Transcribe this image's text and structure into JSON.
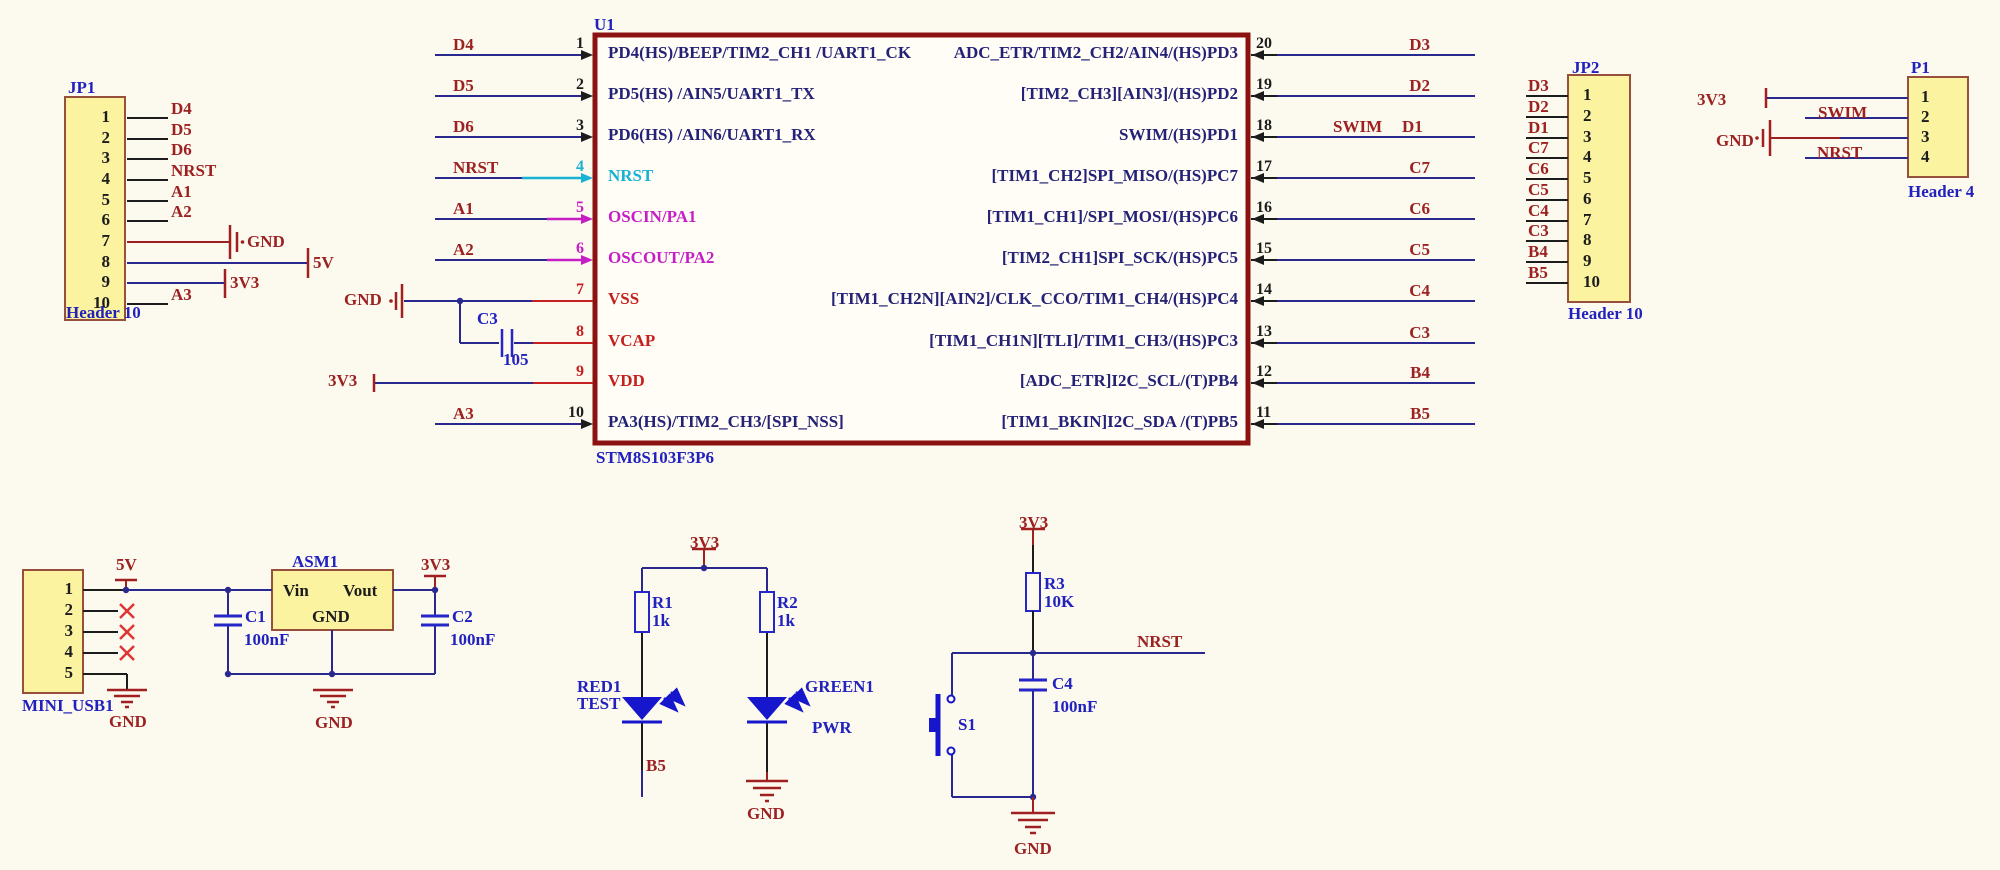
{
  "colors": {
    "background": "#fcf9ef",
    "wire_blue": "#28288e",
    "wire_black": "#1c1c1c",
    "net_label": "#9c2121",
    "designator_blue": "#2121bd",
    "pin_name_navy": "#232277",
    "chip_border": "#8c1212",
    "header_fill": "#fbf3a0",
    "header_border": "#96503c",
    "power_symbol_red": "#a02020",
    "nrst_cyan": "#18b2d2",
    "osc_magenta": "#c41ec4",
    "power_pin_red": "#c42020",
    "led_blue": "#1616cc",
    "no_connect_red": "#e03434"
  },
  "u1": {
    "ref": "U1",
    "part": "STM8S103F3P6",
    "vss_gnd_label": "GND",
    "vdd_net": "3V3",
    "left_pins": [
      {
        "num": "1",
        "net": "D4",
        "name": "PD4(HS)/BEEP/TIM2_CH1 /UART1_CK"
      },
      {
        "num": "2",
        "net": "D5",
        "name": "PD5(HS) /AIN5/UART1_TX"
      },
      {
        "num": "3",
        "net": "D6",
        "name": "PD6(HS) /AIN6/UART1_RX"
      },
      {
        "num": "4",
        "net": "NRST",
        "name": "NRST"
      },
      {
        "num": "5",
        "net": "A1",
        "name": "OSCIN/PA1"
      },
      {
        "num": "6",
        "net": "A2",
        "name": "OSCOUT/PA2"
      },
      {
        "num": "7",
        "net": "GND",
        "name": "VSS"
      },
      {
        "num": "8",
        "net": "",
        "name": "VCAP"
      },
      {
        "num": "9",
        "net": "3V3",
        "name": "VDD"
      },
      {
        "num": "10",
        "net": "A3",
        "name": "PA3(HS)/TIM2_CH3/[SPI_NSS]"
      }
    ],
    "right_pins": [
      {
        "num": "20",
        "net": "D3",
        "name": "ADC_ETR/TIM2_CH2/AIN4/(HS)PD3"
      },
      {
        "num": "19",
        "net": "D2",
        "name": "[TIM2_CH3][AIN3]/(HS)PD2"
      },
      {
        "num": "18",
        "net": "D1",
        "net2": "SWIM",
        "name": "SWIM/(HS)PD1"
      },
      {
        "num": "17",
        "net": "C7",
        "name": "[TIM1_CH2]SPI_MISO/(HS)PC7"
      },
      {
        "num": "16",
        "net": "C6",
        "name": "[TIM1_CH1]/SPI_MOSI/(HS)PC6"
      },
      {
        "num": "15",
        "net": "C5",
        "name": "[TIM2_CH1]SPI_SCK/(HS)PC5"
      },
      {
        "num": "14",
        "net": "C4",
        "name": "[TIM1_CH2N][AIN2]/CLK_CCO/TIM1_CH4/(HS)PC4"
      },
      {
        "num": "13",
        "net": "C3",
        "name": "[TIM1_CH1N][TLI]/TIM1_CH3/(HS)PC3"
      },
      {
        "num": "12",
        "net": "B4",
        "name": "[ADC_ETR]I2C_SCL/(T)PB4"
      },
      {
        "num": "11",
        "net": "B5",
        "name": "[TIM1_BKIN]I2C_SDA /(T)PB5"
      }
    ]
  },
  "jp1": {
    "ref": "JP1",
    "type": "Header 10",
    "pins": [
      {
        "num": "1",
        "net": "D4"
      },
      {
        "num": "2",
        "net": "D5"
      },
      {
        "num": "3",
        "net": "D6"
      },
      {
        "num": "4",
        "net": "NRST"
      },
      {
        "num": "5",
        "net": "A1"
      },
      {
        "num": "6",
        "net": "A2"
      },
      {
        "num": "7",
        "net": "GND"
      },
      {
        "num": "8",
        "net": "5V"
      },
      {
        "num": "9",
        "net": "3V3"
      },
      {
        "num": "10",
        "net": "A3"
      }
    ]
  },
  "jp2": {
    "ref": "JP2",
    "type": "Header 10",
    "pins": [
      {
        "num": "1",
        "net": "D3"
      },
      {
        "num": "2",
        "net": "D2"
      },
      {
        "num": "3",
        "net": "D1"
      },
      {
        "num": "4",
        "net": "C7"
      },
      {
        "num": "5",
        "net": "C6"
      },
      {
        "num": "6",
        "net": "C5"
      },
      {
        "num": "7",
        "net": "C4"
      },
      {
        "num": "8",
        "net": "C3"
      },
      {
        "num": "9",
        "net": "B4"
      },
      {
        "num": "10",
        "net": "B5"
      }
    ]
  },
  "p1": {
    "ref": "P1",
    "type": "Header 4",
    "pins": [
      {
        "num": "1",
        "net": "3V3"
      },
      {
        "num": "2",
        "net": "SWIM"
      },
      {
        "num": "3",
        "net": "GND"
      },
      {
        "num": "4",
        "net": "NRST"
      }
    ]
  },
  "usb": {
    "ref": "MINI_USB1",
    "pins": [
      "1",
      "2",
      "3",
      "4",
      "5"
    ],
    "in_net": "5V",
    "gnd": "GND"
  },
  "regulator": {
    "ref": "ASM1",
    "pin_vin": "Vin",
    "pin_vout": "Vout",
    "pin_gnd": "GND",
    "out_net": "3V3",
    "gnd": "GND"
  },
  "caps": {
    "c1": {
      "ref": "C1",
      "val": "100nF"
    },
    "c2": {
      "ref": "C2",
      "val": "100nF"
    },
    "c3": {
      "ref": "C3",
      "val": "105"
    }
  },
  "led_circuit": {
    "supply": "3V3",
    "gnd": "GND",
    "r1": {
      "ref": "R1",
      "val": "1k"
    },
    "r2": {
      "ref": "R2",
      "val": "1k"
    },
    "red": {
      "ref": "RED1",
      "label": "TEST",
      "net": "B5"
    },
    "green": {
      "ref": "GREEN1",
      "label": "PWR"
    }
  },
  "reset_circuit": {
    "supply": "3V3",
    "gnd": "GND",
    "net": "NRST",
    "r3": {
      "ref": "R3",
      "val": "10K"
    },
    "c4": {
      "ref": "C4",
      "val": "100nF"
    },
    "s1": {
      "ref": "S1"
    }
  }
}
